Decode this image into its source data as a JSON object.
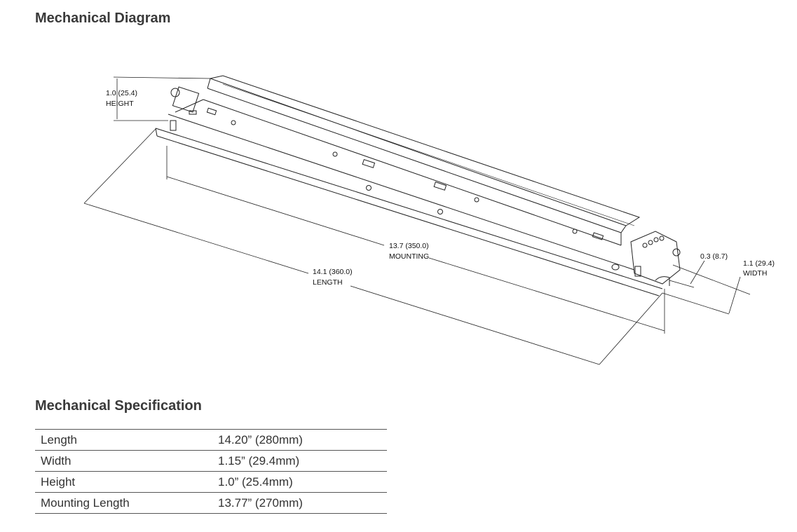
{
  "diagram": {
    "title": "Mechanical Diagram",
    "labels": {
      "height_value": "1.0 (25.4)",
      "height_label": "HEIGHT",
      "mounting_value": "13.7 (350.0)",
      "mounting_label": "MOUNTING",
      "length_value": "14.1 (360.0)",
      "length_label": "LENGTH",
      "slot_value": "0.3 (8.7)",
      "width_value": "1.1 (29.4)",
      "width_label": "WIDTH"
    }
  },
  "specification": {
    "title": "Mechanical Specification",
    "rows": [
      {
        "label": "Length",
        "value": "14.20” (280mm)"
      },
      {
        "label": "Width",
        "value": "1.15” (29.4mm)"
      },
      {
        "label": "Height",
        "value": "1.0” (25.4mm)"
      },
      {
        "label": "Mounting Length",
        "value": "13.77” (270mm)"
      }
    ]
  }
}
